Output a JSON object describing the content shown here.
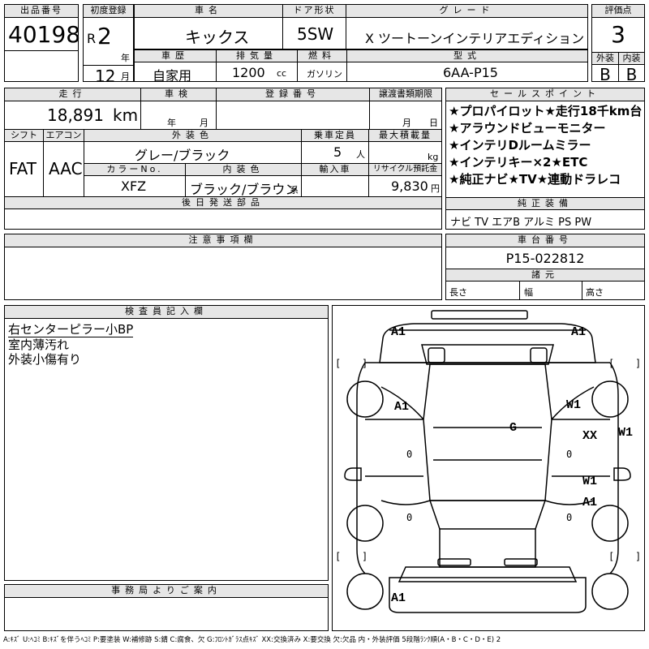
{
  "lot": {
    "label": "出品番号",
    "value": "40198"
  },
  "reg": {
    "label": "初度登録",
    "era": "R",
    "year": "2",
    "year_unit": "年",
    "month": "12",
    "month_unit": "月"
  },
  "car": {
    "name_label": "車名",
    "name": "キックス",
    "door_label": "ドア形状",
    "door": "5SW",
    "grade_label": "グレード",
    "grade": "X ツートーンインテリアエディション"
  },
  "rating": {
    "label": "評価点",
    "score": "3",
    "ext_label": "外装",
    "ext": "B",
    "int_label": "内装",
    "int": "B"
  },
  "history": {
    "label": "車歴",
    "value": "自家用"
  },
  "displacement": {
    "label": "排気量",
    "value": "1200",
    "unit": "cc"
  },
  "fuel": {
    "label": "燃料",
    "value": "ガソリン"
  },
  "model": {
    "label": "型式",
    "value": "6AA-P15"
  },
  "mileage": {
    "label": "走行",
    "value": "18,891",
    "unit": "km"
  },
  "inspection": {
    "label": "車検",
    "year_unit": "年",
    "month_unit": "月"
  },
  "plate": {
    "label": "登録番号"
  },
  "transfer": {
    "label": "譲渡書類期限",
    "month_unit": "月",
    "day_unit": "日"
  },
  "shift": {
    "label": "シフト",
    "value": "FAT"
  },
  "aircon": {
    "label": "エアコン",
    "value": "AAC"
  },
  "exterior_color": {
    "label": "外装色",
    "value": "グレー/ブラック"
  },
  "capacity": {
    "label": "乗車定員",
    "value": "5",
    "unit": "人"
  },
  "load": {
    "label": "最大積載量",
    "unit": "kg"
  },
  "color_no": {
    "label": "カラーNo.",
    "value": "XFZ"
  },
  "interior_color": {
    "label": "内装色",
    "value": "ブラック/ブラウン",
    "suffix": "系"
  },
  "import": {
    "label": "輸入車"
  },
  "recycle": {
    "label": "リサイクル預託金",
    "value": "9,830",
    "unit": "円"
  },
  "later_parts": {
    "label": "後日発送部品"
  },
  "sales_points": {
    "label": "セールスポイント",
    "items": [
      "★プロパイロット★走行18千km台",
      "★アラウンドビューモニター",
      "★インテリDルームミラー",
      "★インテリキー×2★ETC",
      "★純正ナビ★TV★連動ドラレコ"
    ]
  },
  "equipment": {
    "label": "純正装備",
    "value": "ナビ TV エアB アルミ PS PW"
  },
  "cautions": {
    "label": "注意事項欄"
  },
  "chassis": {
    "label": "車台番号",
    "value": "P15-022812"
  },
  "dims": {
    "label": "諸元",
    "length": "長さ",
    "width": "幅",
    "height": "高さ"
  },
  "inspector": {
    "label": "検査員記入欄",
    "notes": [
      "右センターピラー小BP",
      "室内薄汚れ",
      "外装小傷有り"
    ]
  },
  "office": {
    "label": "事務局よりご案内"
  },
  "damage_marks": {
    "rear_left": "A1",
    "rear_right": "A1",
    "left_qtr": "A1",
    "right_qtr": "W1",
    "right_outer": "W1",
    "roof": "G",
    "right_rear_door": "XX",
    "right_front_door": "W1",
    "right_front_door2": "A1",
    "front": "A1",
    "pillar_l": "0",
    "pillar_r": "0",
    "bottom_l": "0",
    "bottom_r": "0",
    "bracket_open": "[",
    "bracket_close": "]"
  },
  "legend": "A:ｷｽﾞ U:ﾍｺﾐ B:ｷｽﾞを伴うﾍｺﾐ P:要塗装 W:補修跡 S:錆 C:腐食、欠 G:ﾌﾛﾝﾄｶﾞﾗｽ点ｷｽﾞ XX:交換済み X:要交換 欠:欠品 内・外装評価 5段階ﾗﾝｸ順(A・B・C・D・E) 2"
}
